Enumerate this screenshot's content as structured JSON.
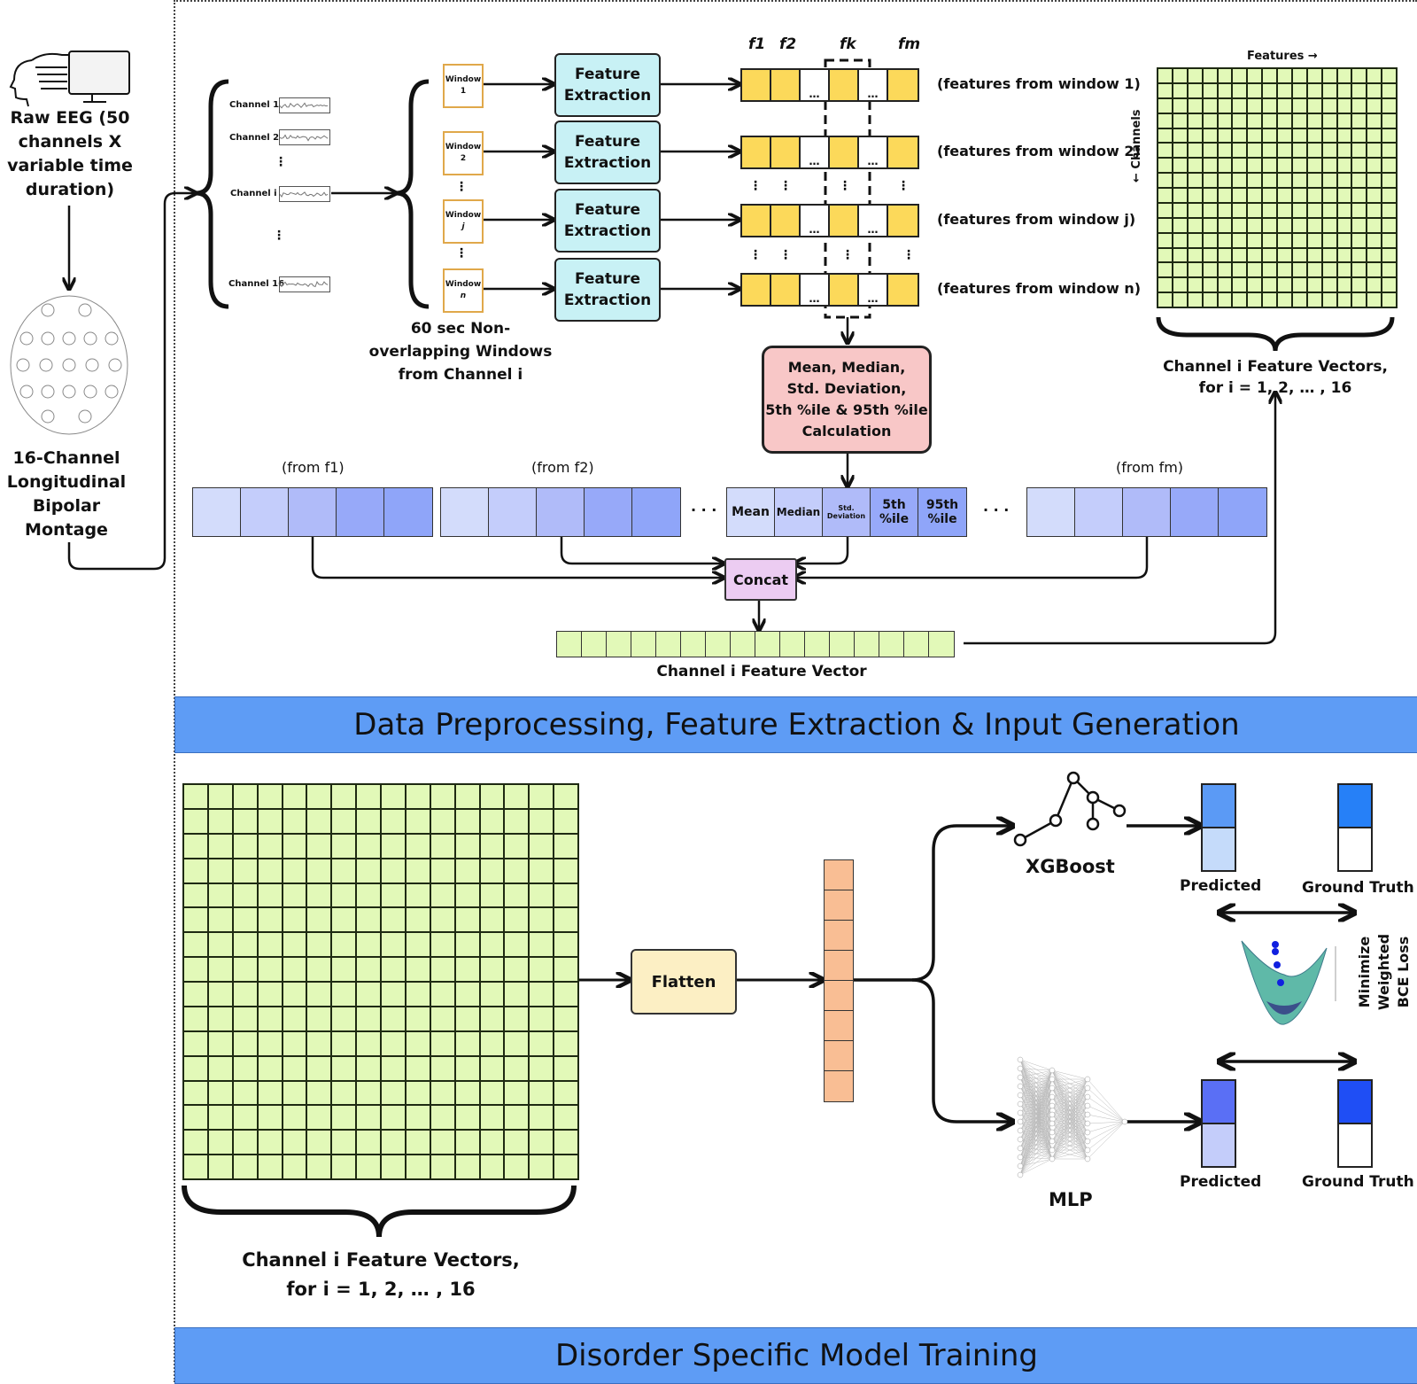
{
  "inputs": {
    "raw_eeg_label": "Raw EEG (50 channels X variable time duration)",
    "raw_eeg_lines": [
      "Raw EEG (50",
      "channels X",
      "variable time",
      "duration)"
    ],
    "montage_lines": [
      "16-Channel",
      "Longitudinal",
      "Bipolar",
      "Montage"
    ]
  },
  "channels": {
    "items": [
      "Channel 1",
      "Channel 2",
      "Channel i",
      "Channel 16"
    ],
    "ellipsis": "⋮"
  },
  "windows": {
    "items": [
      {
        "line1": "Window",
        "line2": "1"
      },
      {
        "line1": "Window",
        "line2": "2"
      },
      {
        "line1": "Window",
        "line2": "j"
      },
      {
        "line1": "Window",
        "line2": "n"
      }
    ],
    "caption_lines": [
      "60 sec Non-",
      "overlapping Windows",
      "from Channel i"
    ]
  },
  "feature_extraction": {
    "label_line1": "Feature",
    "label_line2": "Extraction"
  },
  "feature_headers": [
    "f1",
    "f2",
    "fk",
    "fm"
  ],
  "feature_rows": [
    "(features from window 1)",
    "(features from window 2)",
    "(features from window j)",
    "(features from window n)"
  ],
  "stat_box": {
    "lines": [
      "Mean, Median,",
      "Std. Deviation,",
      "5th %ile & 95th %ile",
      "Calculation"
    ]
  },
  "stat_groups": {
    "from_labels": [
      "(from f1)",
      "(from f2)",
      "(from fm)"
    ],
    "fk_cells": [
      "Mean",
      "Median",
      "Std. Deviation",
      "5th %ile",
      "95th %ile"
    ],
    "ellipsis": "· · ·"
  },
  "concat_label": "Concat",
  "feature_vector_label": "Channel i Feature Vector",
  "matrix_top": {
    "x_axis": "Features →",
    "y_axis": "← Channels",
    "caption_lines": [
      "Channel i Feature Vectors,",
      "for i = 1, 2, … , 16"
    ]
  },
  "banners": {
    "top": "Data Preprocessing, Feature Extraction & Input Generation",
    "bottom": "Disorder Specific Model Training"
  },
  "training": {
    "matrix_caption_lines": [
      "Channel i Feature Vectors,",
      "for i = 1, 2, … , 16"
    ],
    "flatten_label": "Flatten",
    "models": [
      {
        "name": "XGBoost",
        "icon": "tree-icon",
        "predicted_label": "Predicted",
        "truth_label": "Ground Truth",
        "pred_color_top": "#5b9af5",
        "pred_color_bottom": "#c5dbfa",
        "truth_color_top": "#2680f7"
      },
      {
        "name": "MLP",
        "icon": "neural-network-icon",
        "predicted_label": "Predicted",
        "truth_label": "Ground Truth",
        "pred_color_top": "#5a6ff5",
        "pred_color_bottom": "#c4cdfa",
        "truth_color_top": "#1f4ef5"
      }
    ],
    "loss_label_lines": [
      "Minimize",
      "Weighted",
      "BCE Loss"
    ]
  },
  "colors": {
    "banner": "#5e9cf5",
    "feature_cell": "#fcd95a",
    "feature_extraction": "#c8f1f5",
    "stat_box": "#f8c7c7",
    "concat": "#ecccf2",
    "green_cell": "#e2f9b8",
    "flatten": "#fcefc4",
    "orange_cell": "#f9be94",
    "blue_shades": [
      "#d3dcfb",
      "#c4cdfb",
      "#b0bbf9",
      "#97a9f9",
      "#8fa5f9"
    ]
  }
}
